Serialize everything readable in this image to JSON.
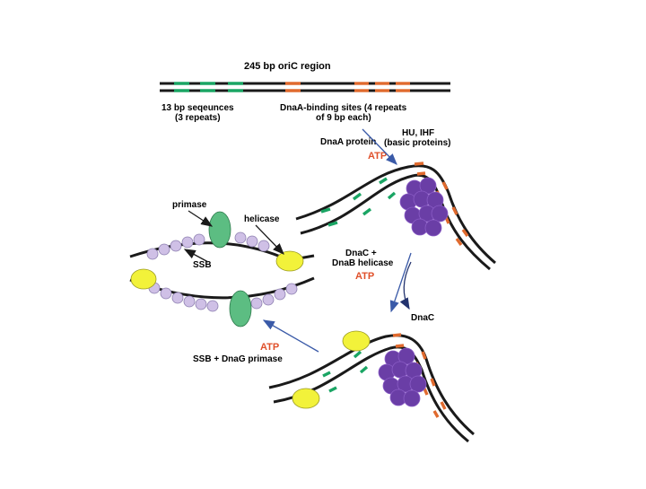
{
  "labels": {
    "region_title": "245 bp oriC region",
    "seq13_line1": "13 bp seqeunces",
    "seq13_line2": "(3 repeats)",
    "dnaa_sites_line1": "DnaA-binding sites (4 repeats",
    "dnaa_sites_line2": "of 9 bp each)",
    "hu_ihf_line1": "HU, IHF",
    "hu_ihf_line2": "(basic proteins)",
    "dnaa_protein": "DnaA protein",
    "atp_1": "ATP",
    "primase": "primase",
    "helicase": "helicase",
    "ssb": "SSB",
    "dnac_dnab_line1": "DnaC +",
    "dnac_dnab_line2": "DnaB helicase",
    "atp_2": "ATP",
    "dnac": "DnaC",
    "atp_3": "ATP",
    "ssb_dnag": "SSB + DnaG primase"
  },
  "colors": {
    "dna": "#1a1a1a",
    "green_seq": "#1aa564",
    "orange_seq": "#e06a2e",
    "atp_text": "#e0502a",
    "dnaa_protein": "#6a3ea6",
    "dnaa_protein_light": "#8a5cc6",
    "helicase": "#f2f23a",
    "primase": "#5cbd82",
    "ssb": "#cfc0e6",
    "arrow_blue": "#3a5aa8",
    "arrow_dark": "#23336e"
  },
  "icons": {
    "helicase_shape": "yellow-ellipse",
    "primase_shape": "green-ellipse",
    "ssb_shape": "lavender-bead",
    "dnaa_shape": "purple-sphere-cluster"
  }
}
